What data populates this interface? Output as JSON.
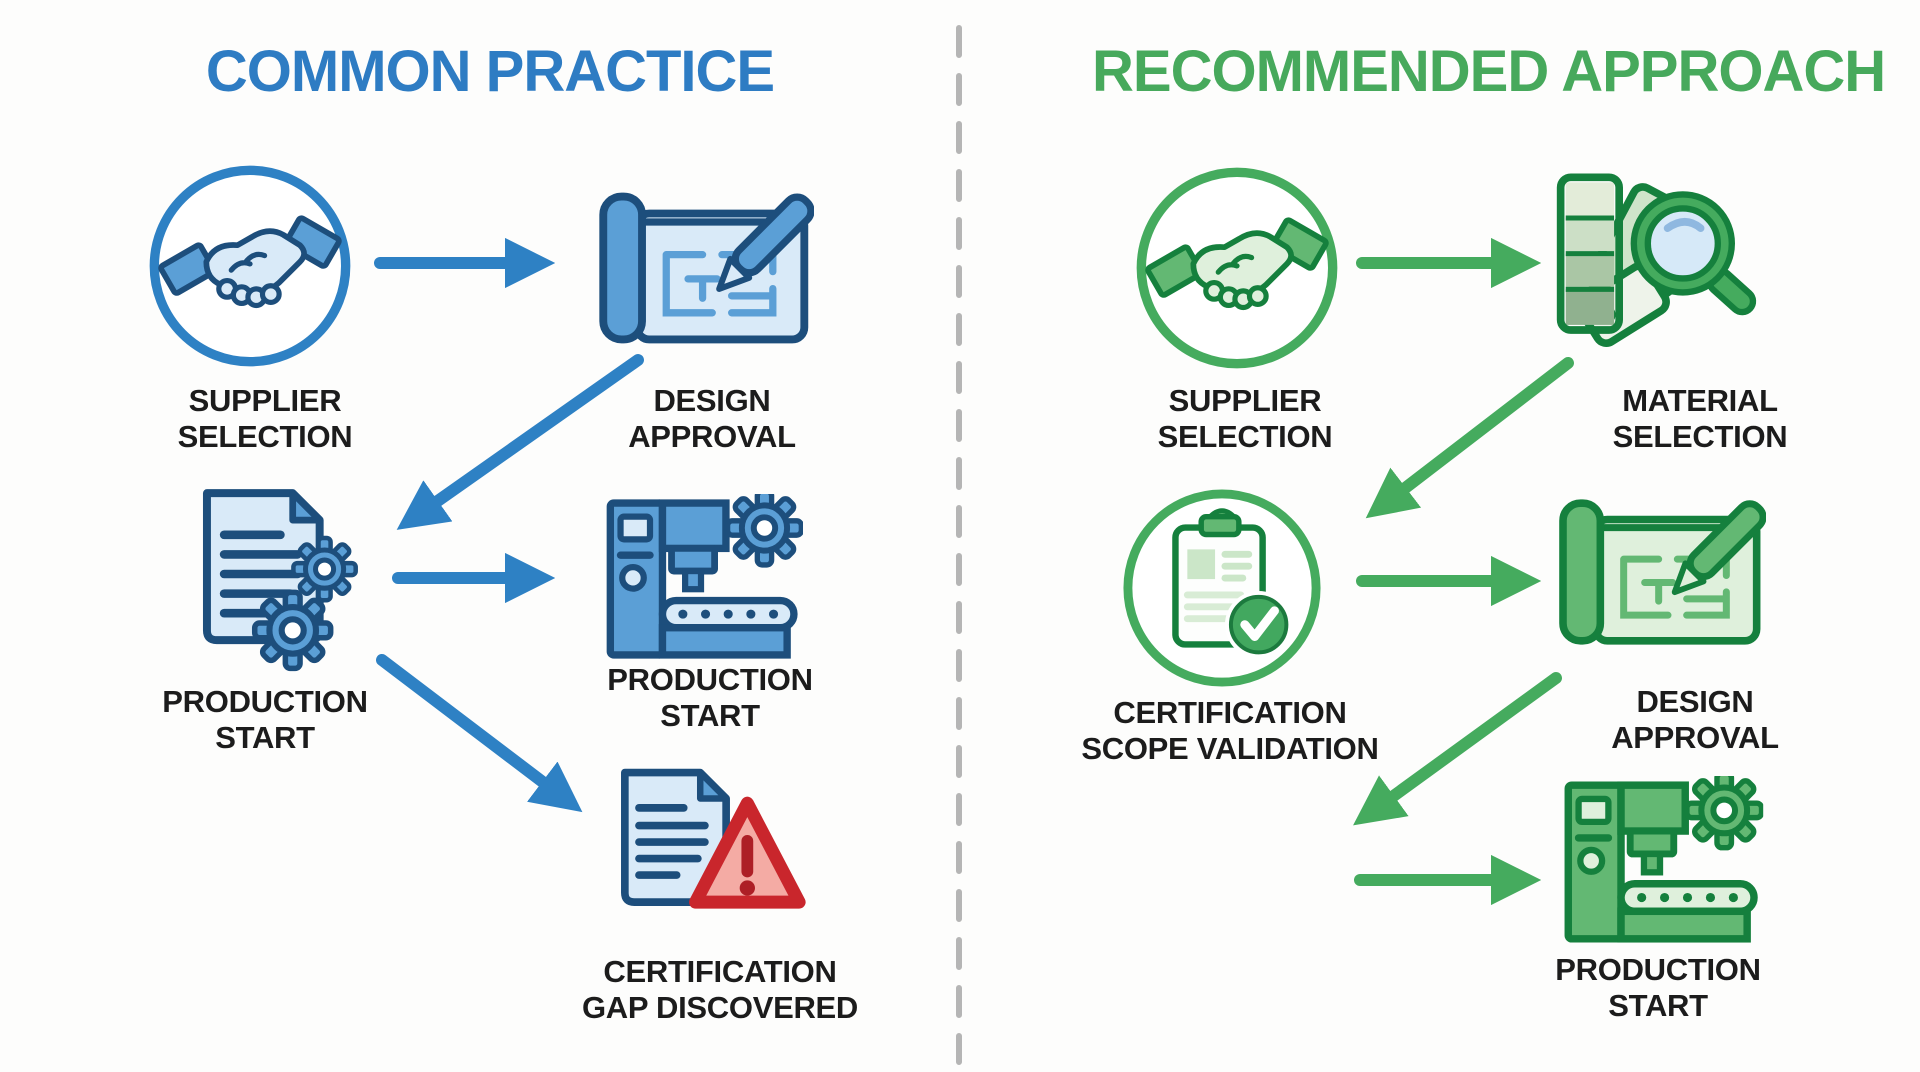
{
  "left_flow": {
    "title": "COMMON PRACTICE",
    "steps": [
      {
        "icon": "handshake-icon",
        "line1": "SUPPLIER",
        "line2": "SELECTION"
      },
      {
        "icon": "blueprint-pen-icon",
        "line1": "DESIGN",
        "line2": "APPROVAL"
      },
      {
        "icon": "document-gears-icon",
        "line1": "PRODUCTION",
        "line2": "START"
      },
      {
        "icon": "factory-machine-icon",
        "line1": "PRODUCTION",
        "line2": "START"
      },
      {
        "icon": "document-warning-icon",
        "line1": "CERTIFICATION",
        "line2": "GAP DISCOVERED"
      }
    ]
  },
  "right_flow": {
    "title": "RECOMMENDED APPROACH",
    "steps": [
      {
        "icon": "handshake-icon",
        "line1": "SUPPLIER",
        "line2": "SELECTION"
      },
      {
        "icon": "material-swatch-magnifier-icon",
        "line1": "MATERIAL",
        "line2": "SELECTION"
      },
      {
        "icon": "clipboard-check-icon",
        "line1": "CERTIFICATION",
        "line2": "SCOPE VALIDATION"
      },
      {
        "icon": "blueprint-pen-icon",
        "line1": "DESIGN",
        "line2": "APPROVAL"
      },
      {
        "icon": "factory-machine-icon",
        "line1": "PRODUCTION",
        "line2": "START"
      }
    ]
  },
  "colors": {
    "blue_accent": "#2e81c4",
    "blue_dark": "#1d4e7c",
    "blue_light": "#d9eaf8",
    "blue_title": "#2e7cc3",
    "green_accent": "#45ab5e",
    "green_dark": "#15803d",
    "green_light": "#dff0dc",
    "green_title": "#47a95c",
    "red_accent": "#c9262c",
    "red_light": "#f4aba4",
    "label_text": "#1c1c1c",
    "divider": "#b5b5b5",
    "background": "#fdfdfc"
  }
}
